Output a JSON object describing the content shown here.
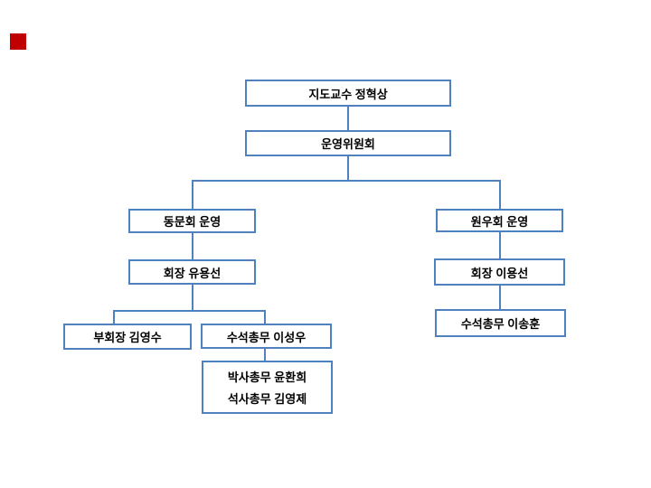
{
  "slide": {
    "background_color": "#ffffff",
    "decoration": {
      "red_square_color": "#c00000"
    },
    "org_chart": {
      "type": "org-chart",
      "box_border_color": "#4f81bd",
      "connector_color": "#4f81bd",
      "text_color": "#000000",
      "nodes": {
        "advisor": {
          "label": "지도교수 정혁상"
        },
        "committee": {
          "label": "운영위원회"
        },
        "alumni": {
          "label": "동문회 운영"
        },
        "alumni_president": {
          "label": "회장 유용선"
        },
        "alumni_vice_president": {
          "label": "부회장 김영수"
        },
        "alumni_chief_secretary": {
          "label": "수석총무 이성우"
        },
        "alumni_secretaries": {
          "line1": "박사총무 윤환희",
          "line2": "석사총무 김영제"
        },
        "wonwoo": {
          "label": "원우회 운영"
        },
        "wonwoo_president": {
          "label": "회장 이용선"
        },
        "wonwoo_chief_secretary": {
          "label": "수석총무 이송훈"
        }
      },
      "edges": [
        [
          "advisor",
          "committee"
        ],
        [
          "committee",
          "alumni"
        ],
        [
          "committee",
          "wonwoo"
        ],
        [
          "alumni",
          "alumni_president"
        ],
        [
          "alumni_president",
          "alumni_vice_president"
        ],
        [
          "alumni_president",
          "alumni_chief_secretary"
        ],
        [
          "alumni_chief_secretary",
          "alumni_secretaries"
        ],
        [
          "wonwoo",
          "wonwoo_president"
        ],
        [
          "wonwoo_president",
          "wonwoo_chief_secretary"
        ]
      ]
    }
  }
}
